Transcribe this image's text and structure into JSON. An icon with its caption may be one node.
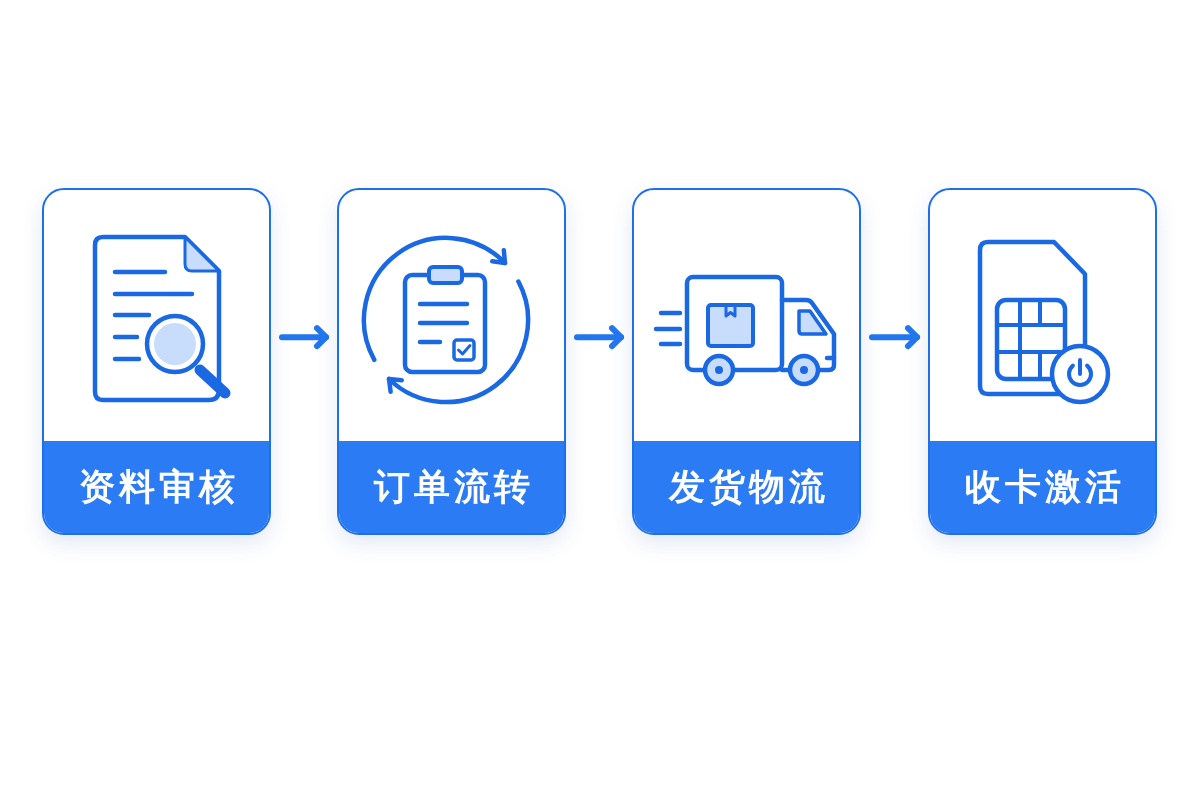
{
  "diagram": {
    "nodes": [
      {
        "text": [
          "资料审核"
        ]
      },
      {
        "text": [
          "订单流转"
        ]
      },
      {
        "text": [
          "发货物流"
        ]
      },
      {
        "text": [
          "收卡激活"
        ]
      }
    ],
    "edges": [
      {
        "from": 0,
        "to": 1,
        "arrow": "to"
      },
      {
        "from": 1,
        "to": 2,
        "arrow": "to"
      },
      {
        "from": 2,
        "to": 3,
        "arrow": "to"
      }
    ]
  }
}
